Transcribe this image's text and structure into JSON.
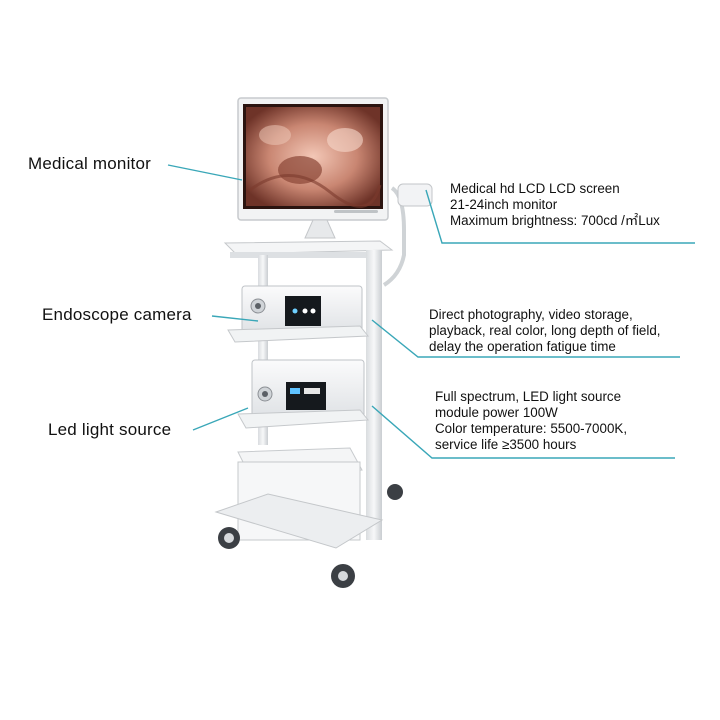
{
  "colors": {
    "leader_line": "#3aa7b8",
    "cart_body": "#eef0f2",
    "monitor_frame": "#f4f5f6",
    "device_dark": "#1b1f24"
  },
  "callouts": {
    "monitor": {
      "title": "Medical monitor"
    },
    "camera": {
      "title": "Endoscope camera"
    },
    "light": {
      "title": "Led light source"
    }
  },
  "specs": {
    "monitor": {
      "lines": [
        "Medical hd LCD LCD screen",
        "21-24inch monitor",
        "Maximum brightness: 700cd /㎡Lux"
      ]
    },
    "camera": {
      "lines": [
        "Direct photography, video storage,",
        "playback, real color, long depth of field,",
        "delay the operation fatigue time"
      ]
    },
    "light": {
      "lines": [
        "Full spectrum, LED light source",
        "module power 100W",
        "Color temperature: 5500-7000K,",
        "service life ≥3500 hours"
      ]
    }
  }
}
